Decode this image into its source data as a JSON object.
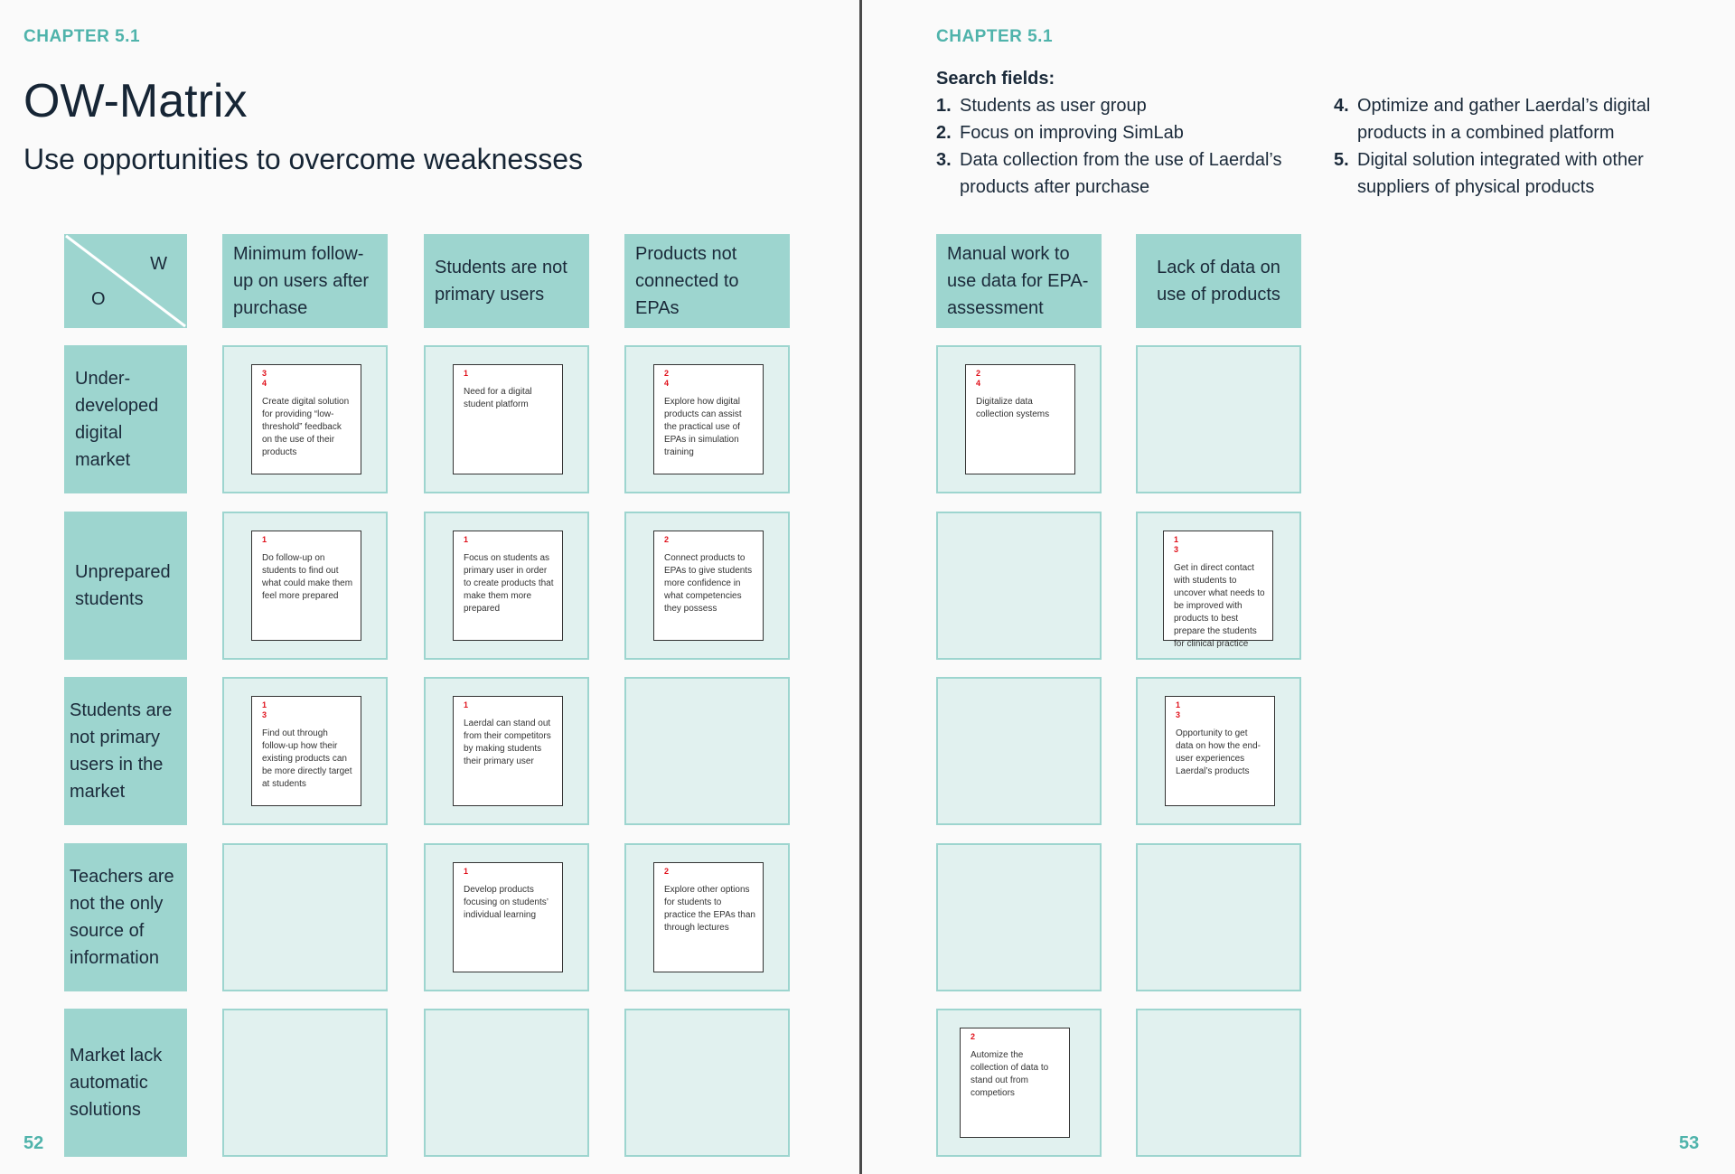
{
  "left_page": {
    "chapter": "CHAPTER 5.1",
    "title": "OW-Matrix",
    "subtitle": "Use opportunities to overcome weaknesses",
    "page_number": "52",
    "corner": {
      "w": "W",
      "o": "O"
    },
    "columns": [
      "Minimum follow-up on users after purchase",
      "Students are not primary users",
      "Products not connected to EPAs"
    ]
  },
  "right_page": {
    "chapter": "CHAPTER 5.1",
    "page_number": "53",
    "search_fields": {
      "title": "Search fields:",
      "items": [
        {
          "num": "1.",
          "text": "Students as user group"
        },
        {
          "num": "2.",
          "text": "Focus on improving SimLab"
        },
        {
          "num": "3.",
          "text": "Data collection from the use of Laerdal’s products after purchase"
        },
        {
          "num": "4.",
          "text": "Optimize and gather Laerdal’s digital products in a combined platform"
        },
        {
          "num": "5.",
          "text": "Digital solution integrated with other suppliers of physical products"
        }
      ]
    },
    "columns": [
      "Manual work to use data for EPA-assessment",
      "Lack of data on use of products"
    ]
  },
  "rows": [
    "Under-developed digital market",
    "Unprepared students",
    "Students are not primary users in the market",
    "Teachers are not the only source of information",
    "Market lack automatic solutions"
  ],
  "notes": {
    "r0c0": {
      "refs": [
        "3",
        "4"
      ],
      "text": "Create digital solution for providing “low-threshold” feedback on the use of their products"
    },
    "r0c1": {
      "refs": [
        "1"
      ],
      "text": "Need for a digital student platform"
    },
    "r0c2": {
      "refs": [
        "2",
        "4"
      ],
      "text": "Explore how digital products can assist the practical use of EPAs in simulation training"
    },
    "r0c3": {
      "refs": [
        "2",
        "4"
      ],
      "text": "Digitalize data collection systems"
    },
    "r1c0": {
      "refs": [
        "1"
      ],
      "text": "Do follow-up on students to find out what could make them feel more prepared"
    },
    "r1c1": {
      "refs": [
        "1"
      ],
      "text": "Focus on students as primary user in order to create products that make them more prepared"
    },
    "r1c2": {
      "refs": [
        "2"
      ],
      "text": "Connect products to EPAs to give students more confidence in what competencies they possess"
    },
    "r1c4": {
      "refs": [
        "1",
        "3"
      ],
      "text": "Get in direct contact with students to uncover what needs to be improved with products to best prepare the students for clinical practice"
    },
    "r2c0": {
      "refs": [
        "1",
        "3"
      ],
      "text": "Find out through follow-up how their existing products can be more directly target at students"
    },
    "r2c1": {
      "refs": [
        "1"
      ],
      "text": "Laerdal can stand out from their competitors by making students their primary user"
    },
    "r2c4": {
      "refs": [
        "1",
        "3"
      ],
      "text": "Opportunity to get data on how the end-user experiences Laerdal’s products"
    },
    "r3c1": {
      "refs": [
        "1"
      ],
      "text": "Develop products focusing on students’ individual learning"
    },
    "r3c2": {
      "refs": [
        "2"
      ],
      "text": "Explore other options for students to practice the EPAs than through lectures"
    },
    "r4c3": {
      "refs": [
        "2"
      ],
      "text": "Automize the collection of data to stand out from competiors"
    }
  }
}
